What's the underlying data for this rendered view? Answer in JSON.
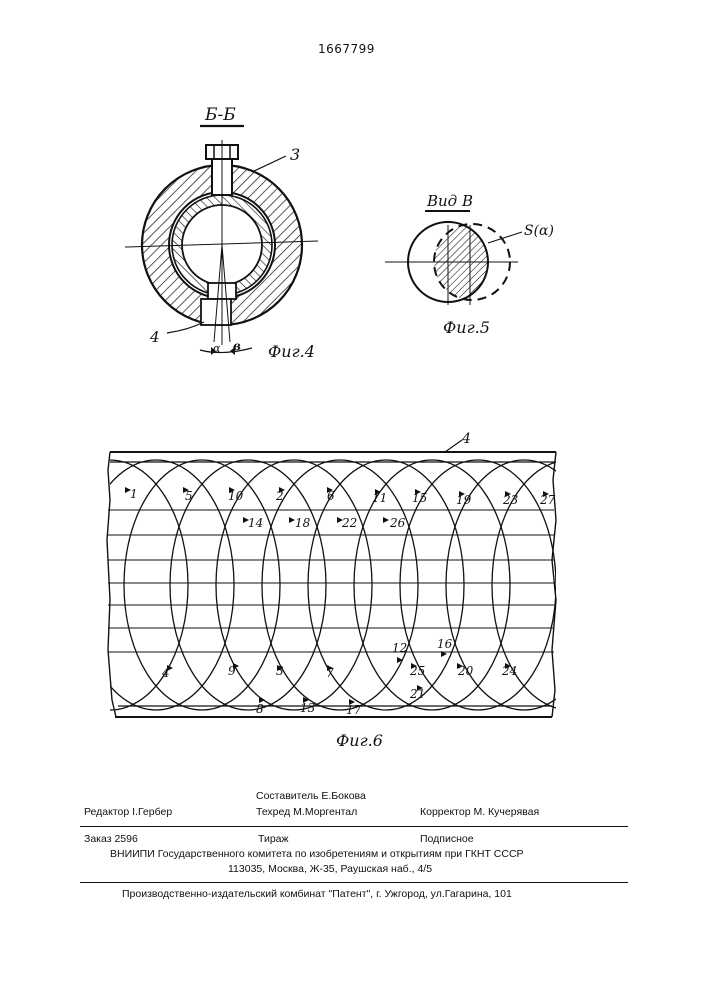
{
  "document": {
    "patent_number": "1667799"
  },
  "fig4": {
    "section_label": "Б-Б",
    "caption": "Фиг.4",
    "part_3": "3",
    "part_4": "4",
    "alpha": "α",
    "b": "в"
  },
  "fig5": {
    "view_label": "Вид В",
    "caption": "Фиг.5",
    "s_alpha": "S(α)"
  },
  "fig6": {
    "caption": "Фиг.6",
    "part_4": "4",
    "top_labels": [
      "1",
      "5",
      "10",
      "2",
      "6",
      "11",
      "15",
      "19",
      "23",
      "27"
    ],
    "mid_labels": [
      "14",
      "18",
      "22",
      "26"
    ],
    "lower_labels": [
      "12",
      "16"
    ],
    "bottom_labels": [
      "4",
      "9",
      "3",
      "7",
      "25",
      "20",
      "24"
    ],
    "bottom_row2_labels": [
      "21"
    ],
    "bottom_row3_labels": [
      "8",
      "13",
      "17"
    ]
  },
  "imprint": {
    "editor": "Редактор  І.Гербер",
    "compiler": "Составитель  Е.Бокова",
    "techred": "Техред М.Моргентал",
    "corrector": "Корректор  М. Кучерявая",
    "order": "Заказ  2596",
    "circulation": "Тираж",
    "subscription": "Подписное",
    "institute": "ВНИИПИ Государственного комитета по изобретениям и открытиям при ГКНТ СССР",
    "address": "113035, Москва, Ж-35, Раушская наб., 4/5",
    "publisher": "Производственно-издательский комбинат \"Патент\", г. Ужгород, ул.Гагарина, 101"
  }
}
